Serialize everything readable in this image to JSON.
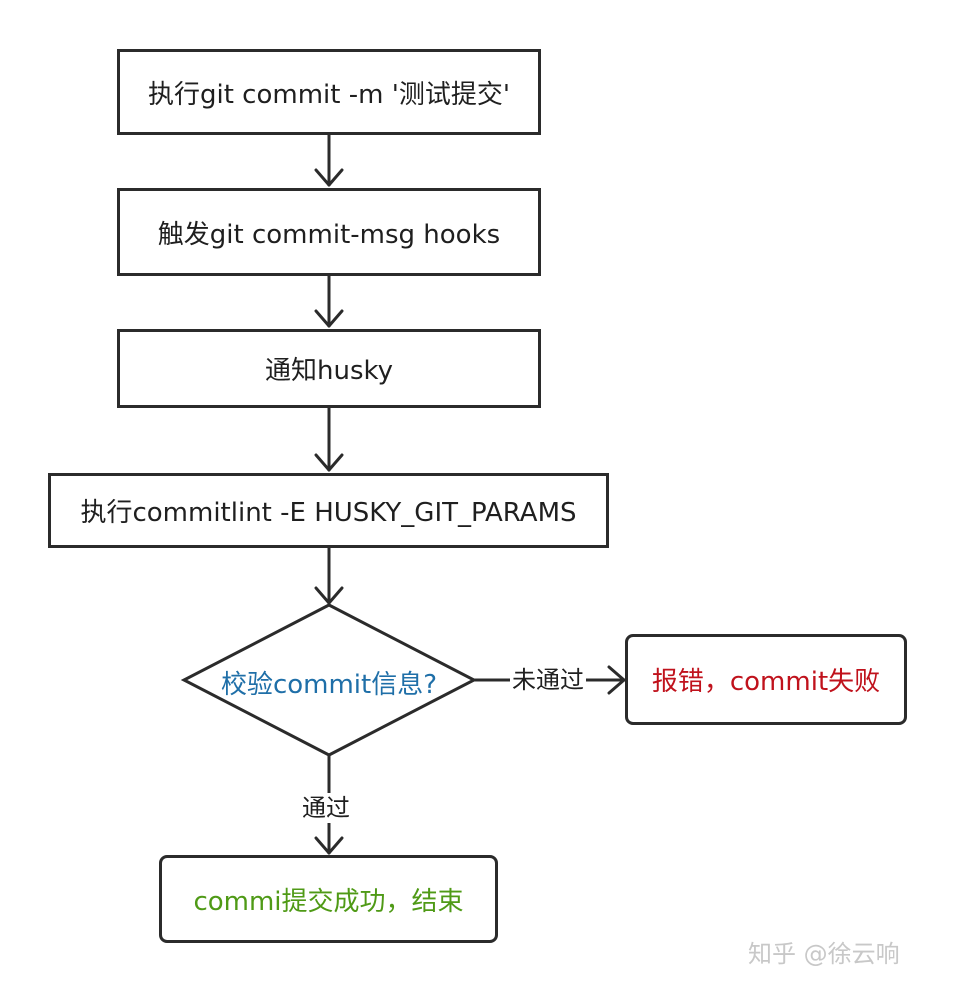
{
  "nodes": {
    "step1": "执行git commit -m '测试提交'",
    "step2": "触发git commit-msg hooks",
    "step3": "通知husky",
    "step4": "执行commitlint -E HUSKY_GIT_PARAMS",
    "decision": "校验commit信息?",
    "fail": "报错，commit失败",
    "success": "commi提交成功，结束"
  },
  "edges": {
    "fail_label": "未通过",
    "pass_label": "通过"
  },
  "watermark": "知乎 @徐云响",
  "colors": {
    "decision_text": "#1f6fa8",
    "fail_text": "#c0121c",
    "success_text": "#4f9a16",
    "stroke": "#2b2b2b"
  }
}
